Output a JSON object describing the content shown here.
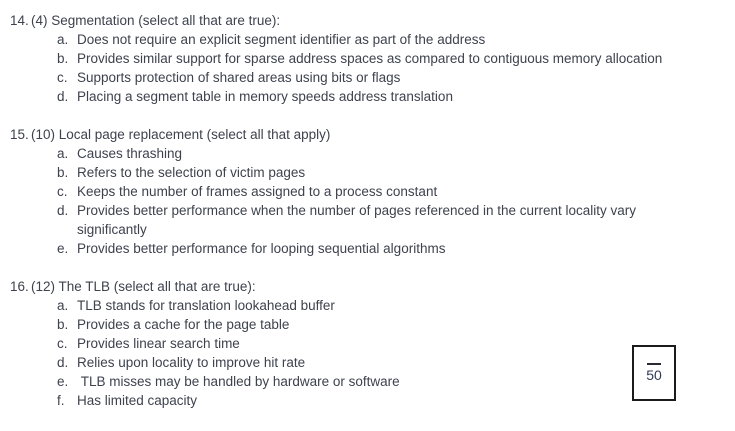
{
  "colors": {
    "ink": "#3d424d",
    "score-ink": "#303a54",
    "box-border": "#1b1b1b",
    "page-bg": "#ffffff"
  },
  "questions": [
    {
      "number": "14.",
      "prompt": "(4) Segmentation (select all that are true):",
      "options": [
        {
          "label": "a.",
          "text": "Does not require an explicit segment identifier as part of the address"
        },
        {
          "label": "b.",
          "text": "Provides similar support for sparse address spaces as compared to contiguous memory allocation"
        },
        {
          "label": "c.",
          "text": "Supports protection of shared areas using bits or flags"
        },
        {
          "label": "d.",
          "text": "Placing a segment table in memory speeds address translation"
        }
      ]
    },
    {
      "number": "15.",
      "prompt": "(10) Local page replacement (select all that apply)",
      "options": [
        {
          "label": "a.",
          "text": "Causes thrashing"
        },
        {
          "label": "b.",
          "text": "Refers to the selection of victim pages"
        },
        {
          "label": "c.",
          "text": "Keeps the number of frames assigned to a process constant"
        },
        {
          "label": "d.",
          "text": "Provides better performance when the number of pages referenced in the current locality vary significantly"
        },
        {
          "label": "e.",
          "text": "Provides better performance for looping sequential algorithms"
        }
      ]
    },
    {
      "number": "16.",
      "prompt": "(12) The TLB (select all that are true):",
      "options": [
        {
          "label": "a.",
          "text": "TLB stands for translation lookahead buffer"
        },
        {
          "label": "b.",
          "text": "Provides a cache for the page table"
        },
        {
          "label": "c.",
          "text": "Provides linear search time"
        },
        {
          "label": "d.",
          "text": "Relies upon locality to improve hit rate"
        },
        {
          "label": "e.",
          "text": " TLB misses may be handled by hardware or software"
        },
        {
          "label": "f.",
          "text": "Has limited capacity"
        }
      ]
    }
  ],
  "score_box": {
    "total": "50"
  }
}
